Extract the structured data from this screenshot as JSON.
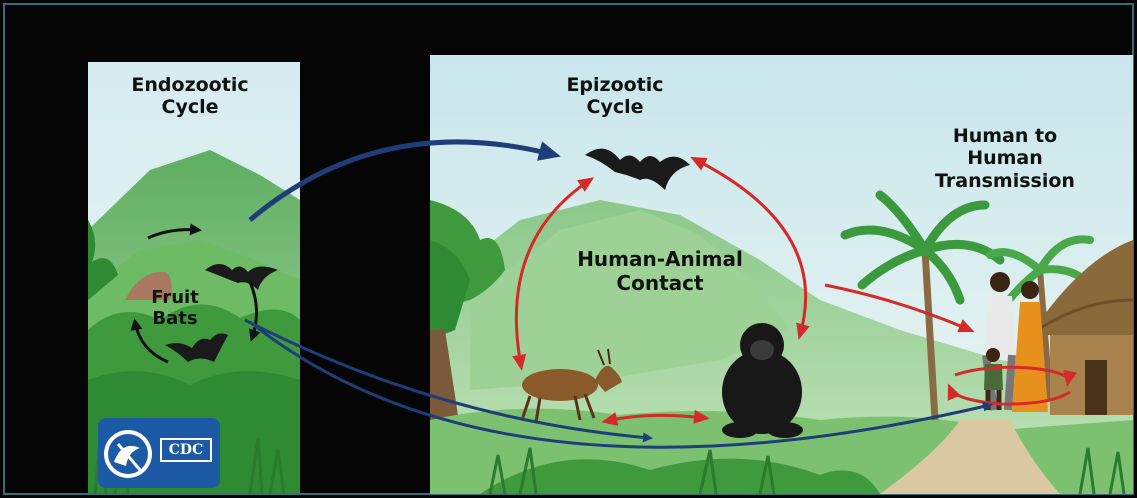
{
  "panels": {
    "endozootic": {
      "title_line1": "Endozootic",
      "title_line2": "Cycle",
      "center_line1": "Fruit",
      "center_line2": "Bats"
    },
    "epizootic": {
      "title_line1": "Epizootic",
      "title_line2": "Cycle",
      "center_line1": "Human-Animal",
      "center_line2": "Contact"
    },
    "human": {
      "line1": "Human to",
      "line2": "Human",
      "line3": "Transmission"
    }
  },
  "logo": {
    "text": "CDC"
  },
  "colors": {
    "background": "#050505",
    "sky": "#cfe8ee",
    "mountain": "#7fc07a",
    "jungle": "#3f9a3d",
    "blue_arrow": "#1f3d78",
    "red_arrow": "#d42a2a",
    "logo_blue": "#1d5aa6"
  },
  "icons": [
    "bat-icon",
    "antelope-icon",
    "chimpanzee-icon",
    "palm-tree-icon",
    "hut-icon",
    "people-icon",
    "cdc-logo-icon"
  ]
}
